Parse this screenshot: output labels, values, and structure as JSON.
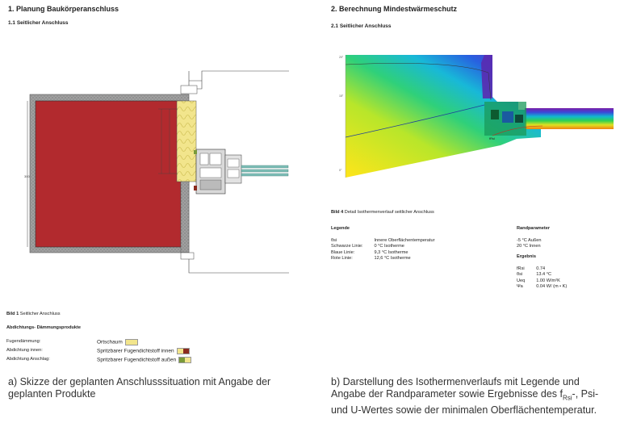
{
  "left": {
    "heading": "1.  Planung Baukörperanschluss",
    "subheading": "1.1  Seitlicher Anschluss",
    "fig_label": "Bild 1",
    "fig_caption": "Seitlicher Anschluss",
    "products_heading": "Abdichtungs- Dämmungsprodukte",
    "products": [
      {
        "label": "Fugendämmung:",
        "product": "Ortschaum",
        "color": "#f2e58c"
      },
      {
        "label": "Abdichtung innen:",
        "product": "Spritzbarer Fugendichtstoff innen",
        "color": "#8b2a1e"
      },
      {
        "label": "Abdichtung Anschlag:",
        "product": "Spritzbarer Fugendichtstoff außen",
        "color": "#7a9a3a"
      }
    ],
    "caption": "a)  Skizze der geplanten Anschlusssituation mit Angabe der geplanten Produkte"
  },
  "right": {
    "heading": "2.  Berechnung Mindestwärmeschutz",
    "subheading": "2.1  Seitlicher Anschluss",
    "fig_label": "Bild 4",
    "fig_caption": "Detail Isothermenverlauf seitlicher Anschluss",
    "legend_heading": "Legende",
    "legend": [
      {
        "key": "θsi",
        "value": "Innere Oberflächentemperatur"
      },
      {
        "key": "Schwarze Linie:",
        "value": "0 °C Isotherme"
      },
      {
        "key": "Blaue Linie:",
        "value": "9,3 °C Isotherme"
      },
      {
        "key": "Rote Linie:",
        "value": "12,6 °C Isotherme"
      }
    ],
    "rand_heading": "Randparameter",
    "rand": [
      "-5 °C Außen",
      "20 °C Innen"
    ],
    "result_heading": "Ergebnis",
    "results": [
      {
        "key": "fRsi",
        "value": "0.74"
      },
      {
        "key": "θsi",
        "value": "13.4 °C"
      },
      {
        "key": "Ueq",
        "value": "1.00 W/m²K"
      },
      {
        "key": "Ψa",
        "value": "0.04 W/ (m • K)"
      }
    ],
    "caption_a": "b)  Darstellung des Isothermenverlaufs mit Legende und Angabe der Randparameter sowie Ergebnisse des f",
    "caption_sub": "Rsi",
    "caption_b": "-, Psi- und U-Wertes sowie der minimalen Oberflächentemperatur."
  },
  "colors": {
    "wall_red": "#b22a2e",
    "render_grey": "#9c9c9c",
    "insulation_yellow": "#f2e58c",
    "glass_teal": "#7fbfb8"
  }
}
